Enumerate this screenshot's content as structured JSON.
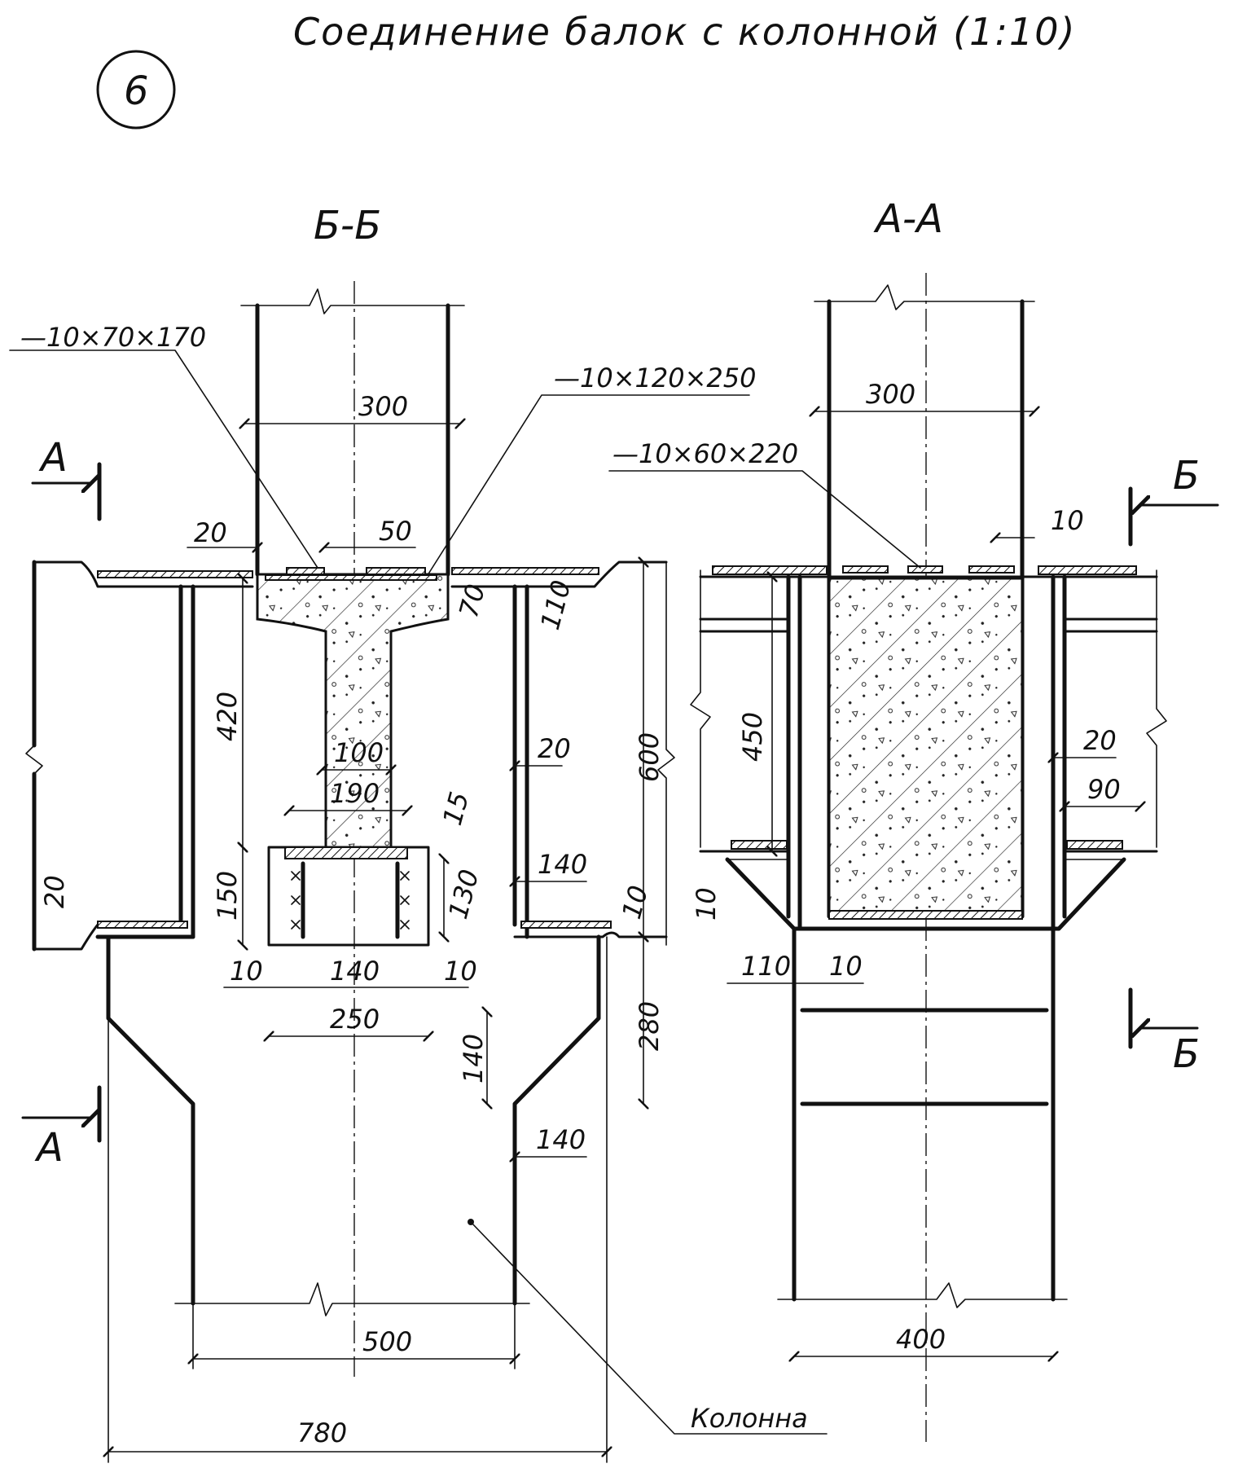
{
  "title": "Соединение балок с колонной (1:10)",
  "sheet_mark": "6",
  "sections": {
    "left": "Б-Б",
    "right": "А-А"
  },
  "cut_marks": {
    "a_top": "А",
    "a_bottom": "А",
    "b_top": "Б",
    "b_bottom": "Б"
  },
  "plates": {
    "p1": "—10×70×170",
    "p2": "—10×120×250",
    "p3": "—10×60×220"
  },
  "column_label": "Колонна",
  "dimensions_bb": {
    "d300": "300",
    "d20_top": "20",
    "d50": "50",
    "d70": "70",
    "d110": "110",
    "d420": "420",
    "d100": "100",
    "d190": "190",
    "d15": "15",
    "d20_mid": "20",
    "d600": "600",
    "d150": "150",
    "d130": "130",
    "d140_beam": "140",
    "d10_beam": "10",
    "d20_left": "20",
    "d10_l": "10",
    "d140_bot": "140",
    "d10_r": "10",
    "d250": "250",
    "d280": "280",
    "d140_haunch": "140",
    "d140_col": "140",
    "d500": "500",
    "d780": "780"
  },
  "dimensions_aa": {
    "d300": "300",
    "d10_top": "10",
    "d450": "450",
    "d20": "20",
    "d90": "90",
    "d10_side": "10",
    "d110": "110",
    "d10_bot": "10",
    "d400": "400"
  }
}
